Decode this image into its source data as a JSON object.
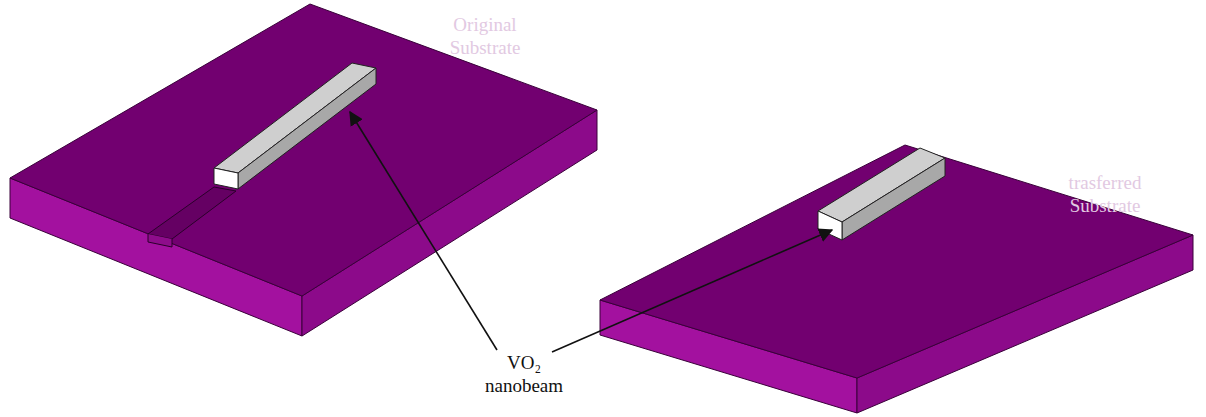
{
  "diagram": {
    "labels": [
      "Original Substrate",
      "trasferred Substrate",
      "VO₂ nanobeam"
    ]
  }
}
